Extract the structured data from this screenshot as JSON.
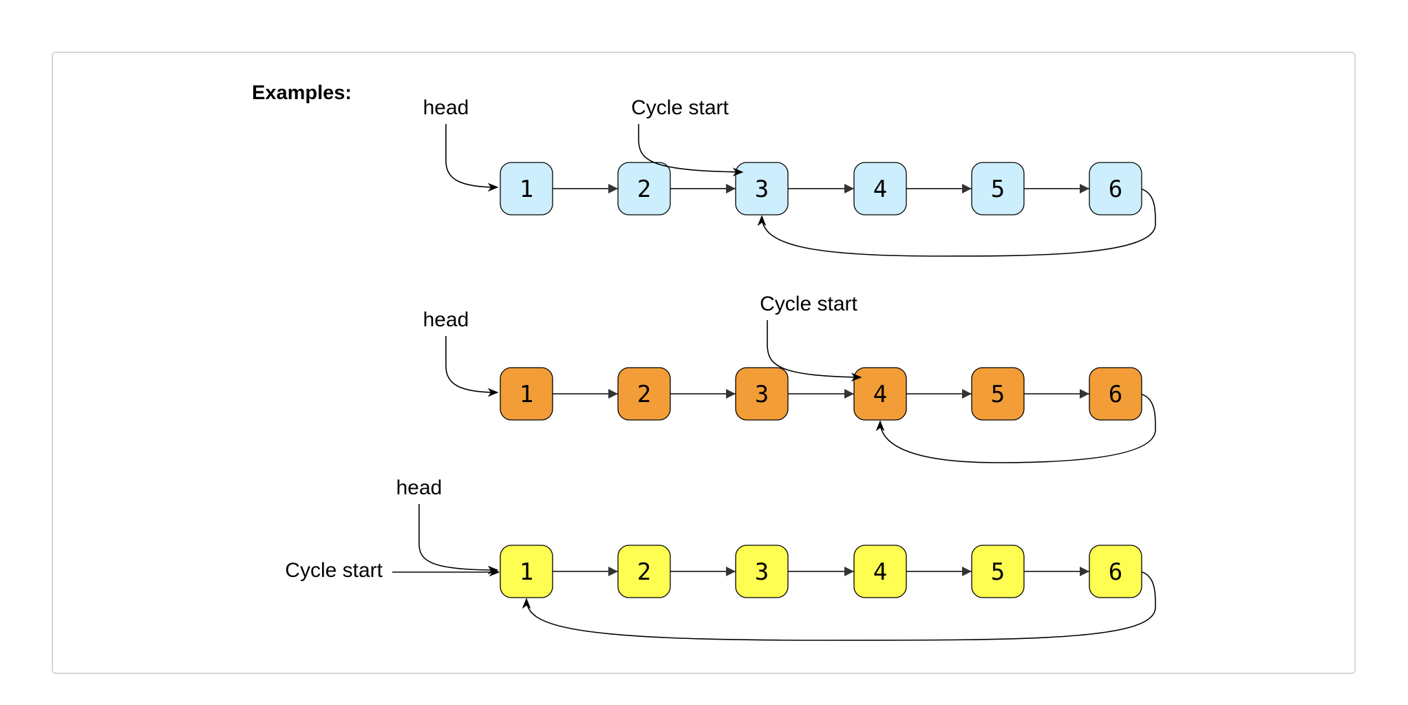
{
  "diagram": {
    "title": "Examples:",
    "examples": [
      {
        "head_label": "head",
        "cycle_label": "Cycle start",
        "node_color": "#cdeefc",
        "nodes": [
          "1",
          "2",
          "3",
          "4",
          "5",
          "6"
        ],
        "head_index": 0,
        "cycle_start_index": 2
      },
      {
        "head_label": "head",
        "cycle_label": "Cycle start",
        "node_color": "#f29d38",
        "nodes": [
          "1",
          "2",
          "3",
          "4",
          "5",
          "6"
        ],
        "head_index": 0,
        "cycle_start_index": 3
      },
      {
        "head_label": "head",
        "cycle_label": "Cycle start",
        "node_color": "#fdfd52",
        "nodes": [
          "1",
          "2",
          "3",
          "4",
          "5",
          "6"
        ],
        "head_index": 0,
        "cycle_start_index": 0
      }
    ]
  }
}
